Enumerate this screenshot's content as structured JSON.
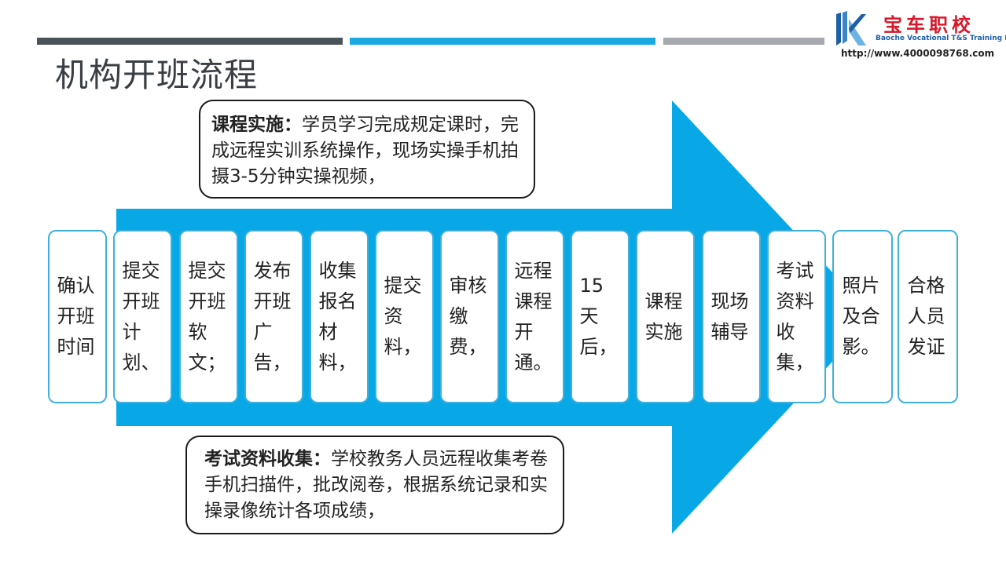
{
  "title": "机构开班流程",
  "logo": {
    "name": "宝车职校",
    "subtitle": "Baoche Vocational T&S Training Institute",
    "url": "http://www.4000098768.com"
  },
  "colors": {
    "accent": "#1aa9e0",
    "dark_bar": "#4a525a",
    "grey_bar": "#a6a9ad",
    "box_border": "#3fb0dd",
    "logo_red": "#d8182a"
  },
  "steps": [
    "确认开班时间",
    "提交开班计划、",
    "提交开班软文；",
    "发布开班广告，",
    "收集报名材料，",
    "提交资料，",
    "审核缴费，",
    "远程课程开通。",
    "15天后，",
    "课程实施",
    "现场辅导",
    "考试资料收集，",
    "照片及合影。",
    "合格人员发证"
  ],
  "callout_top": {
    "heading": "课程实施：",
    "text": "学员学习完成规定课时，完成远程实训系统操作，现场实操手机拍摄3-5分钟实操视频，"
  },
  "callout_bottom": {
    "heading": "考试资料收集：",
    "text": "学校教务人员远程收集考卷手机扫描件，批改阅卷，根据系统记录和实操录像统计各项成绩，"
  }
}
